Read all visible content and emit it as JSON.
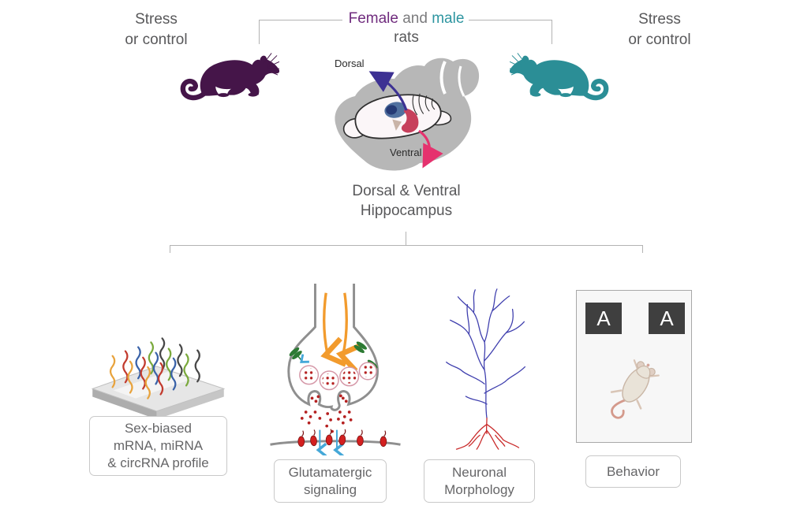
{
  "header": {
    "left_condition": "Stress\nor control",
    "right_condition": "Stress\nor control",
    "title": {
      "female": "Female",
      "and": "and",
      "male": "male",
      "line2": "rats"
    }
  },
  "brain": {
    "dorsal_label": "Dorsal",
    "ventral_label": "Ventral",
    "caption": "Dorsal & Ventral\nHippocampus"
  },
  "features": [
    {
      "name": "rna-profile",
      "label": "Sex-biased\nmRNA, miRNA\n& circRNA profile"
    },
    {
      "name": "glutamatergic-signaling",
      "label": "Glutamatergic\nsignaling"
    },
    {
      "name": "neuronal-morphology",
      "label": "Neuronal\nMorphology"
    },
    {
      "name": "behavior",
      "label": "Behavior",
      "objects": [
        "A",
        "A"
      ]
    }
  ],
  "colors": {
    "female_purple": "#702c7e",
    "male_teal": "#2d95a0",
    "rat_purple": "#451549",
    "rat_teal": "#2b8e96",
    "text_gray": "#58585a",
    "connector_gray": "#b3b3b3",
    "dorsal_arrow_blue": "#3d3193",
    "ventral_arrow_pink": "#e5326e",
    "synapse_orange": "#f29b2d",
    "receptor_green": "#2c7a33",
    "receptor_red": "#d32020",
    "dendrite_blue": "#3f3fae",
    "dendrite_red": "#c92a2a"
  }
}
